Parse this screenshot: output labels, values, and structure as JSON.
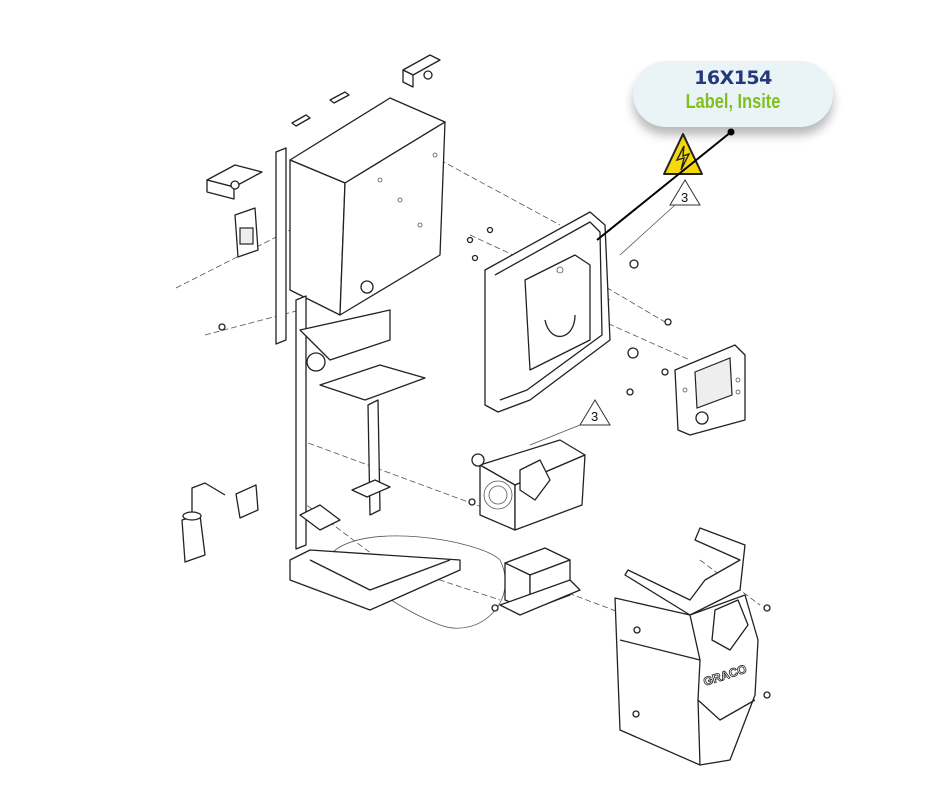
{
  "callout": {
    "part_number": "16X154",
    "part_name": "Label, Insite"
  },
  "reference_markers": [
    "3",
    "3"
  ],
  "logo_text": "GRACO",
  "colors": {
    "callout_bg": "#eaf4f6",
    "part_number": "#25397a",
    "part_name": "#7fbf1f",
    "warning_yellow": "#f5d90a"
  }
}
